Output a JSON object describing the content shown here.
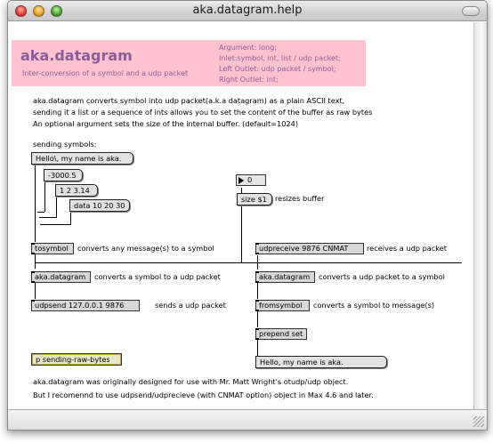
{
  "window": {
    "title": "aka.datagram.help"
  },
  "header": {
    "title": "aka.datagram",
    "subtitle": "Inter-conversion of a symbol and a udp packet",
    "info": [
      "Argument: long;",
      "Inlet:symbol, int, list / udp packet;",
      "Left Outlet: udp packet / symbol;",
      "Right Outlet: int;"
    ]
  },
  "description": [
    "aka.datagram converts symbol into udp packet(a.k.a datagram) as a plain ASCII text,",
    "sending it a list or a sequence of ints allows you to set the content of the buffer as raw bytes",
    "An optional argument sets the size of the internal buffer. (default=1024)"
  ],
  "sending_label": "sending symbols:",
  "messages": {
    "hello": "Hello\\, my name is aka.",
    "neg": "-3000.5",
    "list": "1 2 3.14",
    "data": "data 10 20 30",
    "size": "size $1"
  },
  "number_box": "0",
  "objects": {
    "tosymbol": "tosymbol",
    "datagram_left": "aka.datagram",
    "udpsend": "udpsend 127.0.0.1 9876",
    "udpreceive": "udpreceive 9876 CNMAT",
    "datagram_right": "aka.datagram",
    "fromsymbol": "fromsymbol",
    "prepend": "prepend set",
    "subpatch": "p sending-raw-bytes"
  },
  "comments": {
    "resizes": "resizes buffer",
    "tosymbol": "converts any message(s) to a symbol",
    "conv_left": "converts a symbol to a udp packet",
    "sends": "sends a udp packet",
    "receives": "receives a udp packet",
    "conv_right": "converts a udp packet to a symbol",
    "fromsymbol": "converts a symbol to message(s)"
  },
  "result_message": "Hello, my name is aka.",
  "footer": [
    "aka.datagram was originally designed for use with Mr. Matt Wright's otudp/udp object.",
    "But I recomennd to use udpsend/udprecieve (with CNMAT option) object in Max 4.6 and later."
  ]
}
